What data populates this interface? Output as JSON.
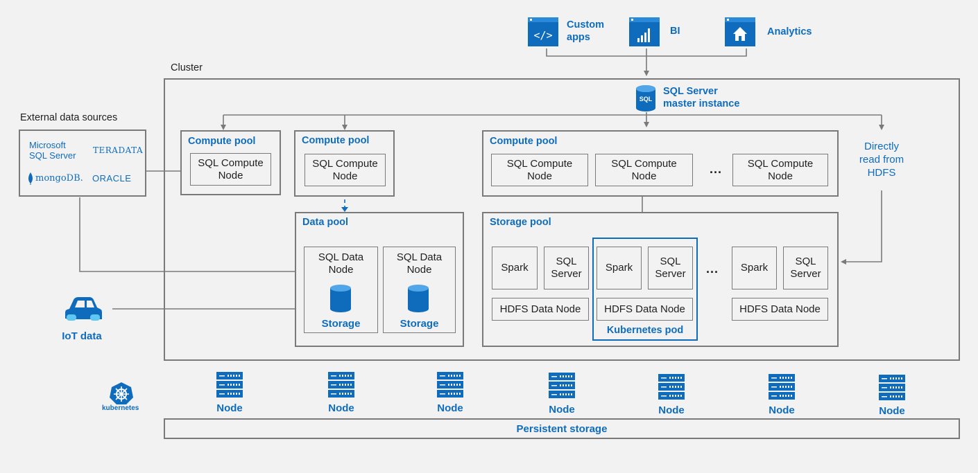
{
  "colors": {
    "accent": "#0f6cbd",
    "border": "#7a7a7a",
    "background": "#f2f2f2"
  },
  "apps": [
    {
      "label": "Custom\napps",
      "icon": "code-window-icon"
    },
    {
      "label": "BI",
      "icon": "bar-chart-window-icon"
    },
    {
      "label": "Analytics",
      "icon": "home-window-icon"
    }
  ],
  "cluster": {
    "label": "Cluster"
  },
  "master": {
    "line1": "SQL Server",
    "line2": "master instance",
    "icon_text": "SQL"
  },
  "external": {
    "title": "External data sources",
    "logos": {
      "mssql_line1": "Microsoft",
      "mssql_line2": "SQL Server",
      "teradata": "TERADATA",
      "mongodb": "mongoDB.",
      "oracle": "ORACLE"
    }
  },
  "compute_pool_1": {
    "title": "Compute pool",
    "node": "SQL Compute\nNode"
  },
  "compute_pool_2": {
    "title": "Compute pool",
    "node": "SQL Compute\nNode"
  },
  "compute_pool_3": {
    "title": "Compute pool",
    "nodes": [
      "SQL Compute\nNode",
      "SQL Compute\nNode",
      "SQL Compute\nNode"
    ],
    "ellipsis": "..."
  },
  "direct_read": "Directly\nread from\nHDFS",
  "data_pool": {
    "title": "Data pool",
    "nodes": [
      "SQL Data\nNode",
      "SQL Data\nNode"
    ],
    "storage": "Storage"
  },
  "storage_pool": {
    "title": "Storage pool",
    "spark": "Spark",
    "sql": "SQL\nServer",
    "hdfs": "HDFS Data Node",
    "pod_label": "Kubernetes pod",
    "ellipsis": "..."
  },
  "iot": {
    "label": "IoT data",
    "icon": "car-icon"
  },
  "kubernetes": {
    "label": "kubernetes",
    "icon": "kubernetes-wheel-icon"
  },
  "nodes": [
    "Node",
    "Node",
    "Node",
    "Node",
    "Node",
    "Node",
    "Node"
  ],
  "persistent_storage": "Persistent storage"
}
